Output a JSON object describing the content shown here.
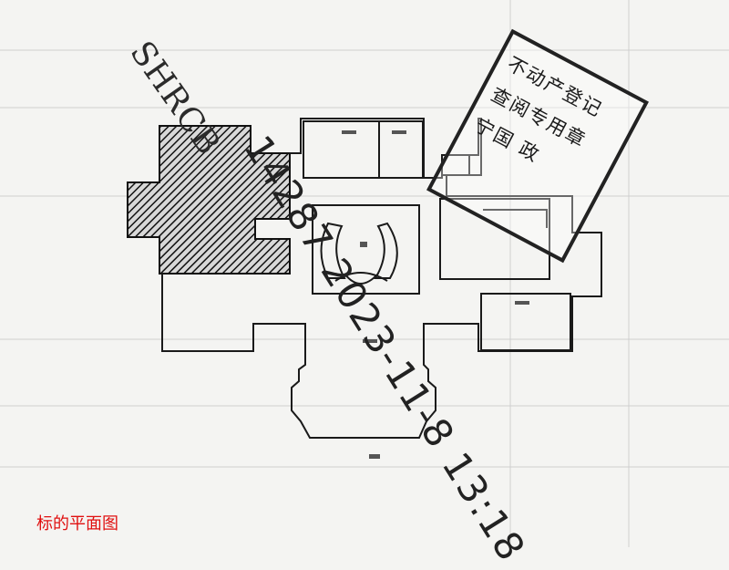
{
  "watermark": {
    "text": "SHRCB"
  },
  "stamp": {
    "line1": "不动产登记",
    "line2": "查阅专用章",
    "line3": "宁国 政"
  },
  "overlay": {
    "text": "14287 2023-11-8 13:18"
  },
  "caption": {
    "text": "标的平面图"
  },
  "colors": {
    "caption": "#e01010",
    "ink": "#222222",
    "paper": "#f4f4f2"
  }
}
